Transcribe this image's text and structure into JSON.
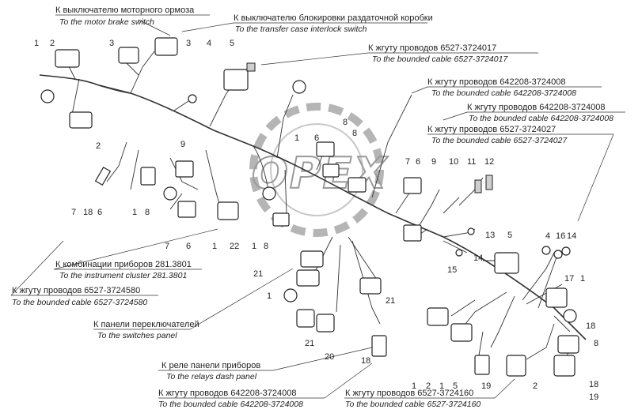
{
  "callouts": [
    {
      "ru": "К выключателю моторного ормоза",
      "en": "To the motor brake switch"
    },
    {
      "ru": "К выключателю блокировки раздаточной коробки",
      "en": "To the transfer case interlock switch"
    },
    {
      "ru": "К жгуту проводов 6527-3724017",
      "en": "To the bounded cable 6527-3724017"
    },
    {
      "ru": "К жгуту проводов 642208-3724008",
      "en": "To the bounded cable 642208-3724008"
    },
    {
      "ru": "К жгуту проводов 642208-3724008",
      "en": "To the bounded cable 642208-3724008"
    },
    {
      "ru": "К жгуту проводов 6527-3724027",
      "en": "To the bounded cable 6527-3724027"
    },
    {
      "ru": "К комбинации приборов 281.3801",
      "en": "To the instrument cluster 281.3801"
    },
    {
      "ru": "К жгуту проводов 6527-3724580",
      "en": "To the bounded cable 6527-3724580"
    },
    {
      "ru": "К панели переключателей",
      "en": "To the switches panel"
    },
    {
      "ru": "К реле панели приборов",
      "en": "To the relays dash panel"
    },
    {
      "ru": "К жгуту проводов 642208-3724008",
      "en": "To the bounded cable 642208-3724008"
    },
    {
      "ru": "К жгуту проводов 6527-3724160",
      "en": "To the bounded cable 6527-3724160"
    }
  ],
  "part_numbers": [
    "1",
    "2",
    "3",
    "3",
    "4",
    "5",
    "6",
    "1",
    "2",
    "7",
    "18",
    "6",
    "1",
    "8",
    "9",
    "7",
    "6",
    "1",
    "22",
    "1",
    "8",
    "8",
    "8",
    "7",
    "6",
    "9",
    "10",
    "11",
    "12",
    "13",
    "14",
    "5",
    "21",
    "1",
    "21",
    "21",
    "20",
    "18",
    "15",
    "1",
    "2",
    "1",
    "5",
    "19",
    "2",
    "4",
    "16",
    "14",
    "17",
    "1",
    "18",
    "8",
    "18",
    "19"
  ],
  "watermark": "OPEX"
}
